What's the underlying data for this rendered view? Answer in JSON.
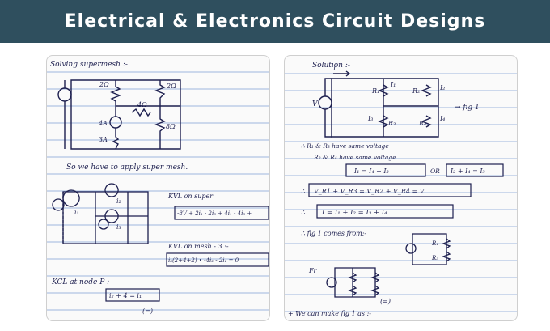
{
  "banner": {
    "title": "Electrical & Electronics Circuit Designs",
    "background": "#2f4f5e",
    "text_color": "#ffffff"
  },
  "colors": {
    "ink": "#1d1f4f",
    "rule": "#7f9fd6",
    "paper": "#fafafa"
  },
  "left_page": {
    "heading": "Solving supermesh :-",
    "r1": "2Ω",
    "r2": "2Ω",
    "r3": "4Ω",
    "r4": "8Ω",
    "src1": "4A",
    "src2": "3A",
    "mid_note": "So we have to apply super mesh.",
    "eq1_label": "KVL on super",
    "eq1": "-8V + 2i₁ - 2i₃ + 4i₁ - 4i₃ +",
    "eq2_label": "KVL on mesh - 3 :-",
    "eq2": "i₃(2+4+2) • -4i₂ - 2i₁ = 0",
    "kcl": "KCL at node P :-",
    "kcl_eq": "i₂ + 4 = i₁",
    "bottom": "(=)"
  },
  "right_page": {
    "heading": "Solution :-",
    "i_label": "I",
    "v_label": "V",
    "r1": "R₁",
    "r2": "R₂",
    "r3": "R₃",
    "r4": "R₄",
    "i1": "I₁",
    "i2": "I₂",
    "i3": "I₃",
    "i4": "I₄",
    "fig_label": "→ fig 1",
    "line1": "∴ R₁ & R₃ have same voltage",
    "line2": "R₂ & R₄ have same voltage",
    "eq1": "I₁ = I₄ + I₃",
    "or": "OR",
    "eq2": "I₂ + I₄ = I₃",
    "eq3": "V_R1 + V_R3 = V_R2 + V_R4 = V",
    "eq4": "I = I₁ + I₂ = I₃ + I₄",
    "fig_note": "∴ fig 1 comes from:-",
    "fr": "Fr",
    "bottom_mark": "(=)",
    "last_line": "+ We can make fig 1 as :-"
  }
}
